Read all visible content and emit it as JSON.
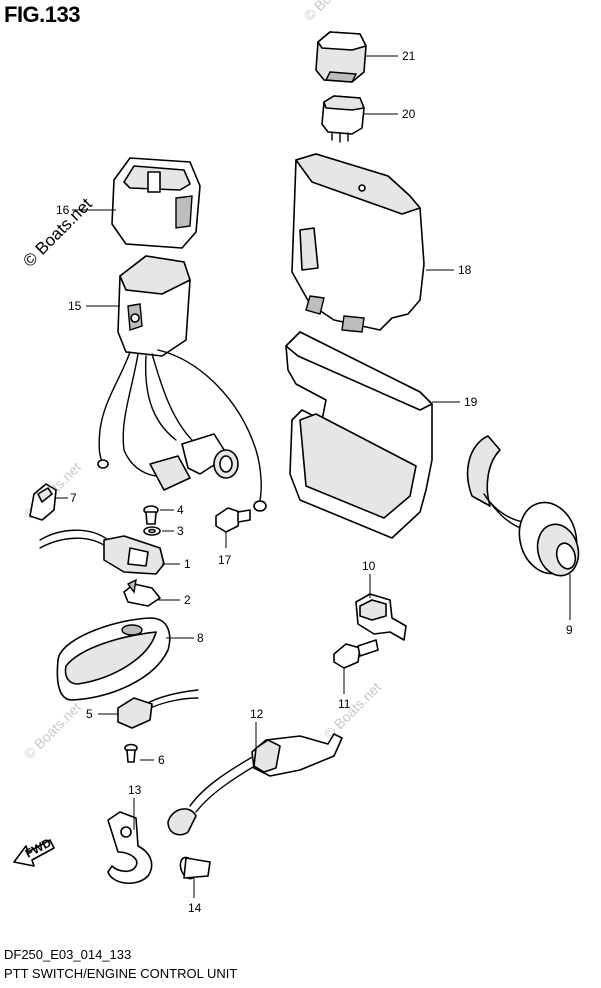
{
  "figure": {
    "title": "FIG.133",
    "code": "DF250_E03_014_133",
    "caption": "PTT SWITCH/ENGINE CONTROL UNIT"
  },
  "watermark": {
    "text": "© Boats.net",
    "color": "#9a9a9a"
  },
  "direction_marker": {
    "text": "FWD"
  },
  "callouts": [
    {
      "id": "1",
      "part": "ptt-switch-holder"
    },
    {
      "id": "2",
      "part": "clip"
    },
    {
      "id": "3",
      "part": "washer"
    },
    {
      "id": "4",
      "part": "screw"
    },
    {
      "id": "5",
      "part": "ptt-switch"
    },
    {
      "id": "6",
      "part": "screw"
    },
    {
      "id": "7",
      "part": "clamp"
    },
    {
      "id": "8",
      "part": "switch-cover"
    },
    {
      "id": "9",
      "part": "harness-grommet"
    },
    {
      "id": "10",
      "part": "bracket"
    },
    {
      "id": "11",
      "part": "bolt"
    },
    {
      "id": "12",
      "part": "trim-sender"
    },
    {
      "id": "13",
      "part": "cable-clamp"
    },
    {
      "id": "14",
      "part": "screw"
    },
    {
      "id": "15",
      "part": "ptt-relay-unit"
    },
    {
      "id": "16",
      "part": "relay-cover"
    },
    {
      "id": "17",
      "part": "bolt"
    },
    {
      "id": "18",
      "part": "engine-control-unit"
    },
    {
      "id": "19",
      "part": "ecu-cover"
    },
    {
      "id": "20",
      "part": "relay"
    },
    {
      "id": "21",
      "part": "relay-cap"
    }
  ]
}
